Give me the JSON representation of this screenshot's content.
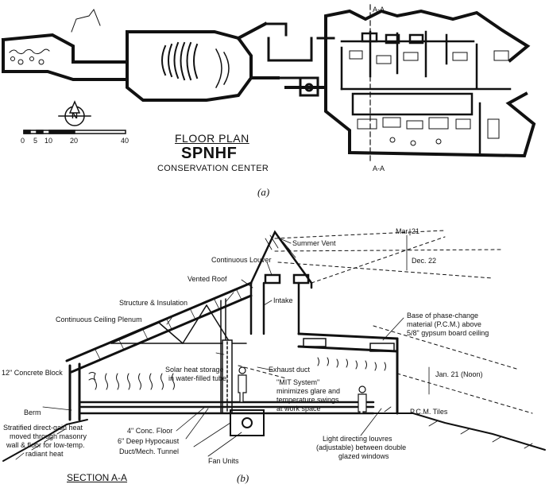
{
  "plan": {
    "title": "FLOOR PLAN",
    "name": "SPNHF",
    "subtitle": "CONSERVATION CENTER",
    "caption": "(a)",
    "section_marker_top": "A-A",
    "section_marker_bottom": "A-A",
    "north_label": "N",
    "scale_labels": [
      "0",
      "5",
      "10",
      "20",
      "40"
    ]
  },
  "section": {
    "title": "SECTION A-A",
    "caption": "(b)",
    "labels": {
      "summer_vent": "Summer Vent",
      "mar21": "Mar. 21",
      "continuous_louver": "Continuous Louver",
      "dec22": "Dec. 22",
      "vented_roof": "Vented Roof",
      "structure_insulation": "Structure & Insulation",
      "intake": "Intake",
      "base_pcm_1": "Base of phase-change",
      "base_pcm_2": "material (P.C.M.) above",
      "base_pcm_3": "5/8\" gypsum board ceiling",
      "ceiling_plenum": "Continuous Ceiling Plenum",
      "concrete_block": "12\" Concrete Block",
      "solar_storage_1": "Solar heat storage",
      "solar_storage_2": "in water-filled tube",
      "exhaust_duct": "Exhaust duct",
      "jan21": "Jan. 21 (Noon)",
      "mit_1": "\"MIT System\"",
      "mit_2": "minimizes glare and",
      "mit_3": "temperature swings",
      "mit_4": "at work space",
      "berm": "Berm",
      "pcm_tiles": "P.C.M. Tiles",
      "stratified_1": "Stratified direct-gain heat",
      "stratified_2": "moved through masonry",
      "stratified_3": "wall & floor for low-temp.",
      "stratified_4": "radiant heat",
      "conc_floor": "4\" Conc. Floor",
      "hypocaust": "6\" Deep Hypocaust",
      "tunnel": "Duct/Mech. Tunnel",
      "fan_units": "Fan Units",
      "louvres_1": "Light directing louvres",
      "louvres_2": "(adjustable) between double",
      "louvres_3": "glazed windows"
    }
  }
}
